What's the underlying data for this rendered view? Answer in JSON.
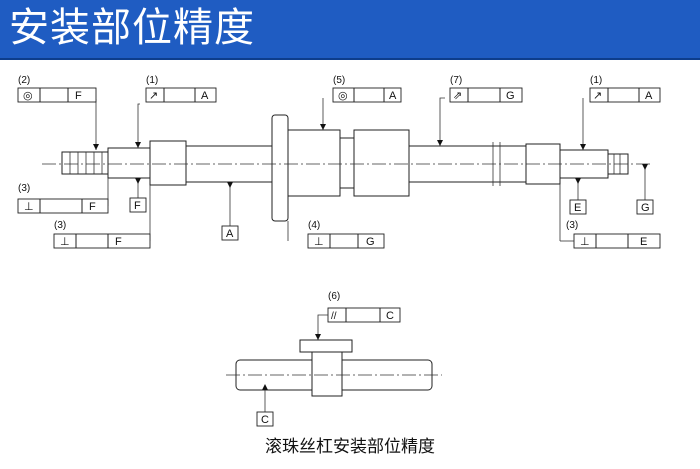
{
  "header": {
    "title": "安装部位精度",
    "bg_color": "#1f5cc2",
    "text_color": "#ffffff"
  },
  "caption": "滚珠丝杠安装部位精度",
  "callouts": {
    "c2_left": {
      "num": "(2)",
      "symbol": "◎",
      "datum": "F"
    },
    "c1_left": {
      "num": "(1)",
      "symbol": "↗",
      "datum": "A"
    },
    "c3_left_a": {
      "num": "(3)",
      "symbol": "⊥",
      "datum": "F"
    },
    "c3_left_b": {
      "num": "(3)",
      "symbol": "⊥",
      "datum": "F"
    },
    "c5": {
      "num": "(5)",
      "symbol": "◎",
      "datum": "A"
    },
    "c4": {
      "num": "(4)",
      "symbol": "⊥",
      "datum": "G"
    },
    "c7": {
      "num": "(7)",
      "symbol": "⇗",
      "datum": "G"
    },
    "c1_right": {
      "num": "(1)",
      "symbol": "↗",
      "datum": "A"
    },
    "c3_right": {
      "num": "(3)",
      "symbol": "⊥",
      "datum": "E"
    },
    "c6": {
      "num": "(6)",
      "symbol": "//",
      "datum": "C"
    }
  },
  "datums": {
    "F": "F",
    "A": "A",
    "E": "E",
    "G": "G",
    "C": "C"
  }
}
